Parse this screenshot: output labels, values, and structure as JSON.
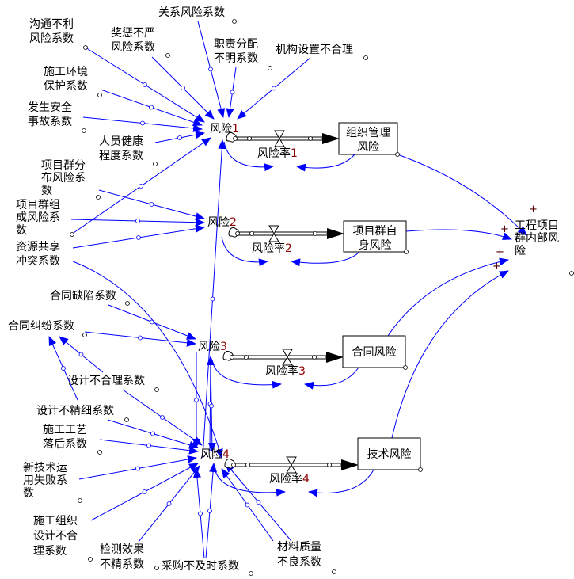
{
  "colors": {
    "link": "#0000ff",
    "flow": "#000000",
    "index_number": "#8b0000"
  },
  "variables": {
    "guanxi": {
      "lines": [
        "关系风险系数"
      ]
    },
    "goutong": {
      "lines": [
        "沟通不利",
        "风险系数"
      ]
    },
    "jiangcheng": {
      "lines": [
        "奖惩不严",
        "风险系数"
      ]
    },
    "zhize": {
      "lines": [
        "职责分配",
        "不明系数"
      ]
    },
    "jigou": {
      "lines": [
        "机构设置不合理"
      ]
    },
    "huanjing": {
      "lines": [
        "施工环境",
        "保护系数"
      ]
    },
    "anquan": {
      "lines": [
        "发生安全",
        "事故系数"
      ]
    },
    "jiankang": {
      "lines": [
        "人员健康",
        "程度系数"
      ]
    },
    "fenbu": {
      "lines": [
        "项目群分",
        "布风险系",
        "数"
      ]
    },
    "zucheng": {
      "lines": [
        "项目群组",
        "成风险系",
        "数"
      ]
    },
    "ziyuan": {
      "lines": [
        "资源共享",
        "冲突系数"
      ]
    },
    "quexian": {
      "lines": [
        "合同缺陷系数"
      ]
    },
    "jiufen": {
      "lines": [
        "合同纠纷系数"
      ]
    },
    "buheli": {
      "lines": [
        "设计不合理系数"
      ]
    },
    "bujingxi": {
      "lines": [
        "设计不精细系数"
      ]
    },
    "gongyi": {
      "lines": [
        "施工工艺",
        "落后系数"
      ]
    },
    "xinjishu": {
      "lines": [
        "新技术运",
        "用失败系",
        "数"
      ]
    },
    "zuzhi": {
      "lines": [
        "施工组织",
        "设计不合",
        "理系数"
      ]
    },
    "jiance": {
      "lines": [
        "检测效果",
        "不精系数"
      ]
    },
    "caigou": {
      "lines": [
        "采购不及时系数"
      ]
    },
    "cailiao": {
      "lines": [
        "材料质量",
        "不良系数"
      ]
    },
    "total": {
      "lines": [
        "工程项目",
        "群内部风",
        "险"
      ]
    }
  },
  "risks": [
    {
      "label": "风险",
      "index": "1",
      "rate_label": "风险率",
      "rate_index": "1",
      "stock": [
        "组织管理",
        "风险"
      ]
    },
    {
      "label": "风险",
      "index": "2",
      "rate_label": "风险率",
      "rate_index": "2",
      "stock": [
        "项目群自",
        "身风险"
      ]
    },
    {
      "label": "风险",
      "index": "3",
      "rate_label": "风险率",
      "rate_index": "3",
      "stock": [
        "合同风险"
      ]
    },
    {
      "label": "风险",
      "index": "4",
      "rate_label": "风险率",
      "rate_index": "4",
      "stock": [
        "技术风险"
      ]
    }
  ],
  "polarity": "+"
}
